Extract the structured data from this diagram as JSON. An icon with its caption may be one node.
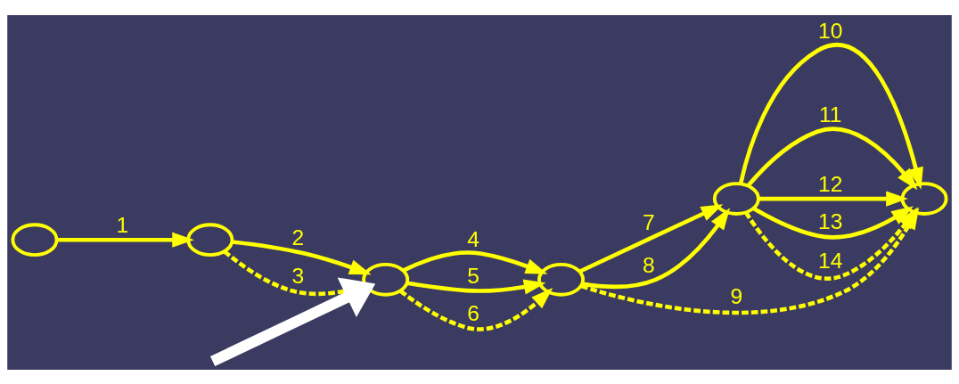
{
  "diagram": {
    "nodes": [
      {
        "text": [],
        "shape": "circle"
      },
      {
        "text": [],
        "shape": "circle"
      },
      {
        "text": [],
        "shape": "circle"
      },
      {
        "text": [],
        "shape": "circle"
      },
      {
        "text": [],
        "shape": "circle"
      },
      {
        "text": [],
        "shape": "circle"
      }
    ],
    "edges": [
      {
        "from": 0,
        "to": 1,
        "arrow": "to",
        "label": "1"
      },
      {
        "from": 1,
        "to": 2,
        "arrow": "to",
        "label": "2"
      },
      {
        "from": 1,
        "to": 2,
        "arrow": "to",
        "label": "3",
        "style": "dashed"
      },
      {
        "from": 2,
        "to": 3,
        "arrow": "to",
        "label": "4"
      },
      {
        "from": 2,
        "to": 3,
        "arrow": "to",
        "label": "5"
      },
      {
        "from": 2,
        "to": 3,
        "arrow": "to",
        "label": "6",
        "style": "dashed"
      },
      {
        "from": 3,
        "to": 4,
        "arrow": "to",
        "label": "7"
      },
      {
        "from": 3,
        "to": 4,
        "arrow": "to",
        "label": "8"
      },
      {
        "from": 3,
        "to": 5,
        "arrow": "to",
        "label": "9",
        "style": "dashed"
      },
      {
        "from": 4,
        "to": 5,
        "arrow": "to",
        "label": "10"
      },
      {
        "from": 4,
        "to": 5,
        "arrow": "to",
        "label": "11"
      },
      {
        "from": 4,
        "to": 5,
        "arrow": "to",
        "label": "12"
      },
      {
        "from": 4,
        "to": 5,
        "arrow": "to",
        "label": "13"
      },
      {
        "from": 4,
        "to": 5,
        "arrow": "to",
        "label": "14",
        "style": "dashed"
      },
      {
        "from": null,
        "to": 2,
        "arrow": "to",
        "style": "thick",
        "color": "#ffffff"
      }
    ]
  }
}
